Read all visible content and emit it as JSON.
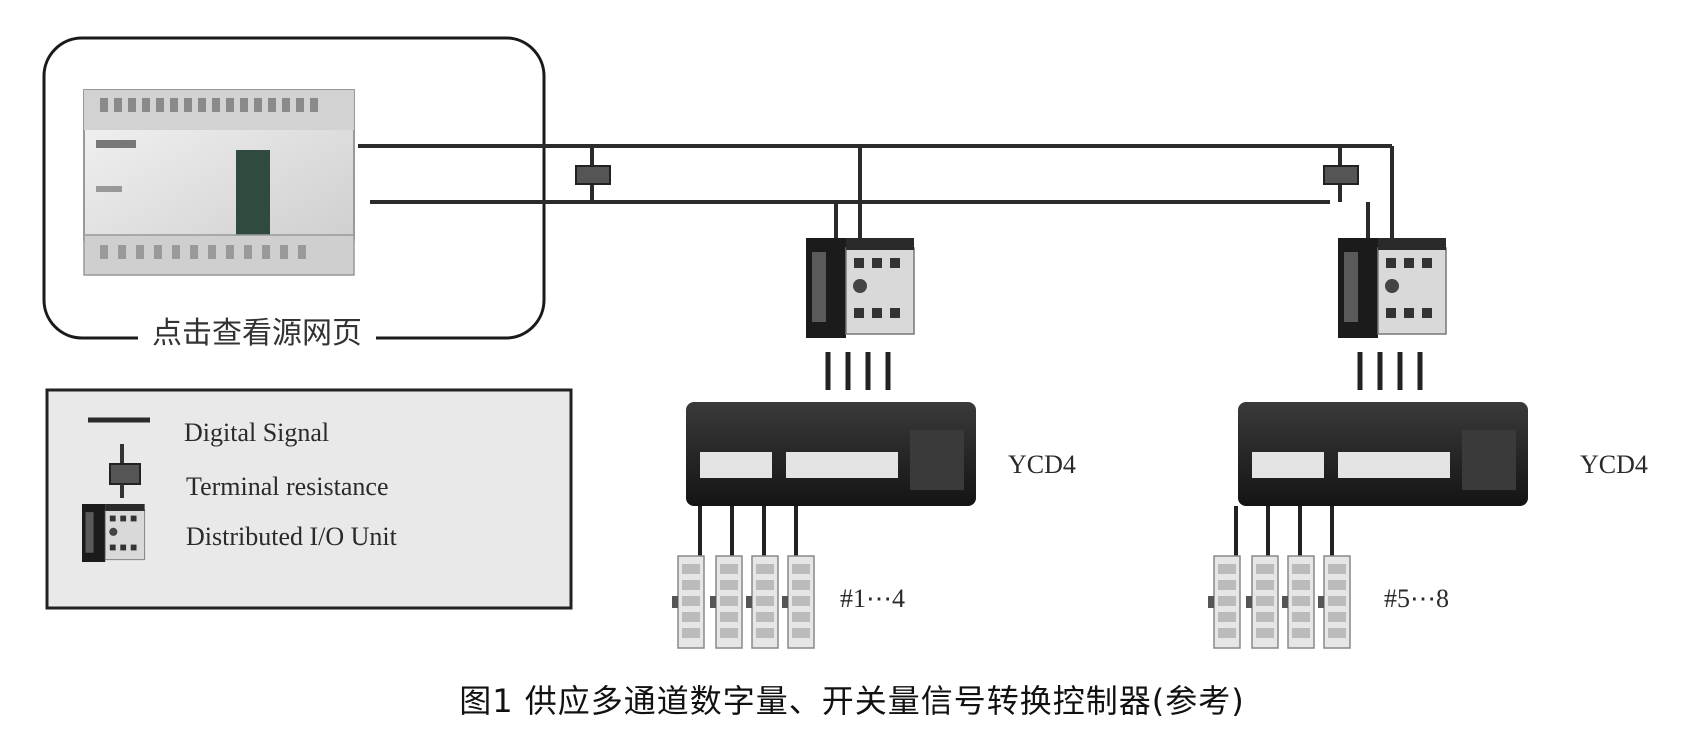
{
  "plc": {
    "label": "点击查看源网页"
  },
  "legend": {
    "items": [
      {
        "icon": "digital-signal-line-icon",
        "label": "Digital Signal"
      },
      {
        "icon": "terminal-resistor-icon",
        "label": "Terminal resistance"
      },
      {
        "icon": "io-unit-icon",
        "label": "Distributed I/O Unit"
      }
    ]
  },
  "converters": [
    {
      "label": "YCD4",
      "group": "#1⋯4"
    },
    {
      "label": "YCD4",
      "group": "#5⋯8"
    }
  ],
  "caption": "图1   供应多通道数字量、开关量信号转换控制器(参考)",
  "colors": {
    "line": "#2b2b2b",
    "legend_bg": "#e9e9e9",
    "device_dark": "#1e1e1e"
  }
}
